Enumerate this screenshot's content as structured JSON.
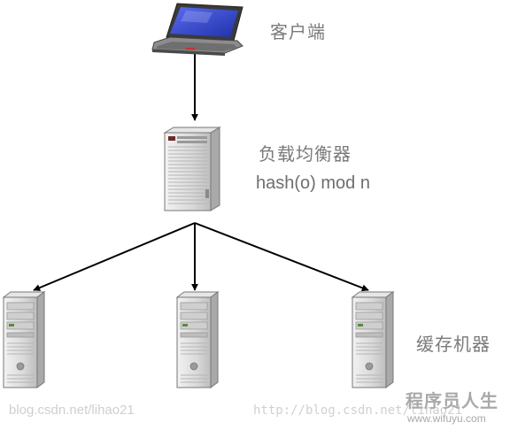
{
  "labels": {
    "client": "客户端",
    "load_balancer": "负载均衡器",
    "formula": "hash(o) mod n",
    "cache_machines": "缓存机器"
  },
  "watermarks": {
    "left": "blog.csdn.net/lihao21",
    "right": "http://blog.csdn.net/lihao21",
    "logo_text": "程序员人生",
    "logo_url": "www.wifuyu.com"
  },
  "nodes": [
    {
      "id": "client",
      "icon": "laptop-icon"
    },
    {
      "id": "load-balancer",
      "icon": "server-tower-icon"
    },
    {
      "id": "cache-1",
      "icon": "server-tower-icon"
    },
    {
      "id": "cache-2",
      "icon": "server-tower-icon"
    },
    {
      "id": "cache-3",
      "icon": "server-tower-icon"
    }
  ],
  "edges": [
    {
      "from": "client",
      "to": "load-balancer"
    },
    {
      "from": "load-balancer",
      "to": "cache-1"
    },
    {
      "from": "load-balancer",
      "to": "cache-2"
    },
    {
      "from": "load-balancer",
      "to": "cache-3"
    }
  ],
  "colors": {
    "arrow": "#000000",
    "label_text": "#7a7a7a",
    "laptop_screen": "#3a4bd0"
  }
}
